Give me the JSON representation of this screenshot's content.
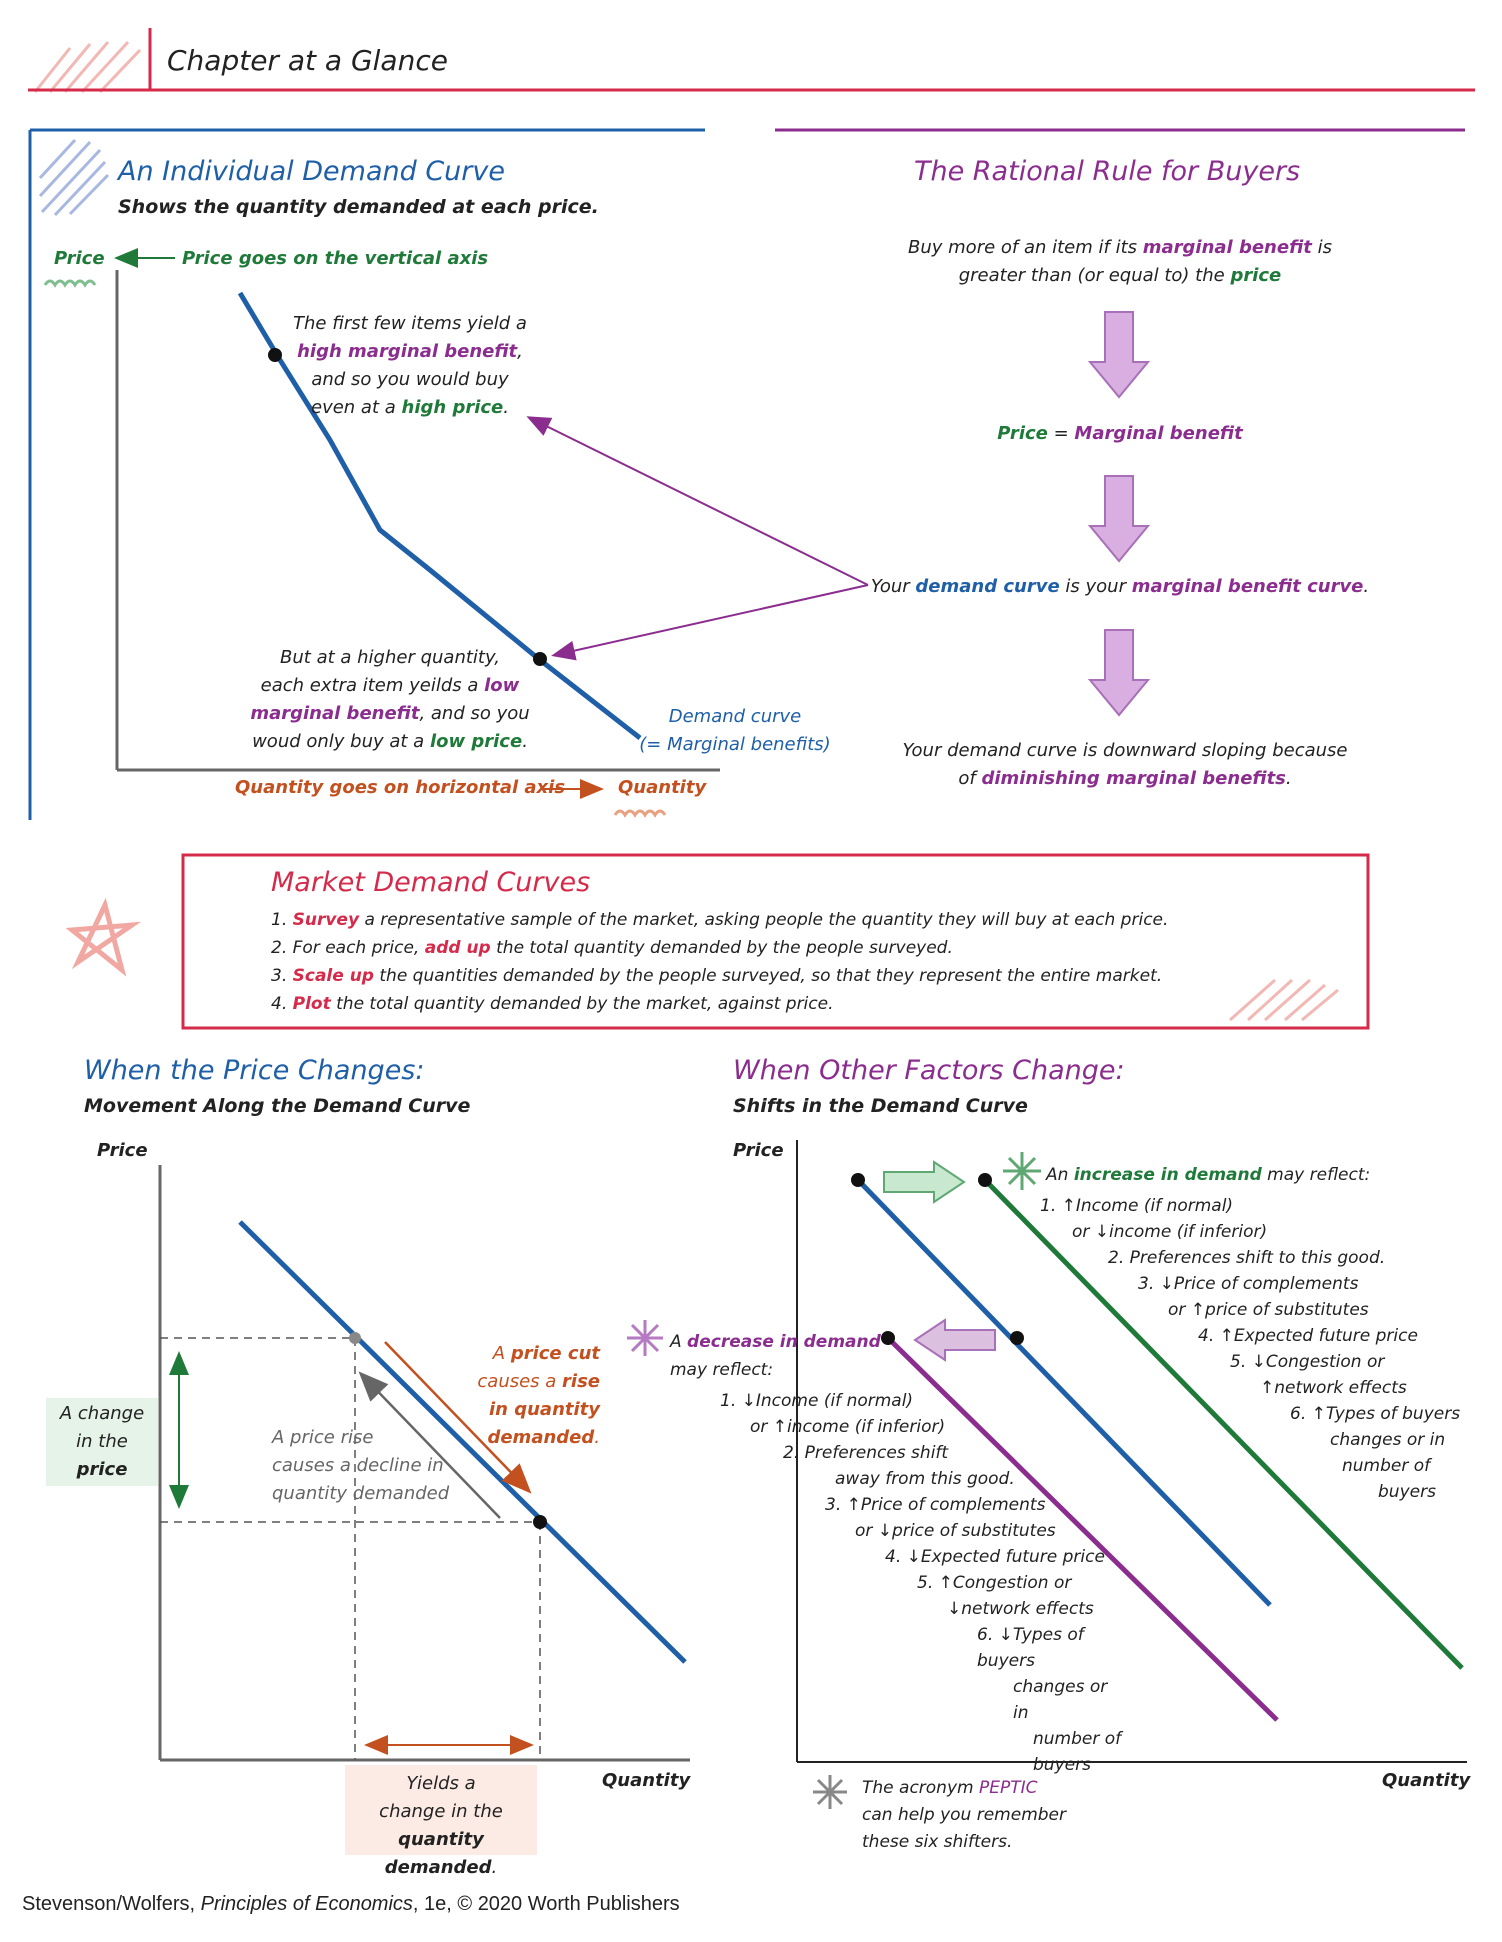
{
  "header": {
    "title": "Chapter at a Glance"
  },
  "individual": {
    "title": "An Individual Demand Curve",
    "subtitle": "Shows the quantity demanded at each price.",
    "price_label": "Price",
    "price_note": "Price goes on the vertical axis",
    "high_text": {
      "l1": "The first few items yield a",
      "l2_b": "high marginal benefit",
      "l2_r": ",",
      "l3": "and so you would buy",
      "l4_a": "even at a ",
      "l4_b": "high price",
      "l4_c": "."
    },
    "low_text": {
      "l1": "But at a higher quantity,",
      "l2_a": "each extra item yeilds a ",
      "l2_b": "low",
      "l3_b": "marginal benefit",
      "l3_c": ", and so you",
      "l4_a": "woud only buy at a ",
      "l4_b": "low price",
      "l4_c": "."
    },
    "curve_label_1": "Demand curve",
    "curve_label_2": "(= Marginal benefits)",
    "quantity_note": "Quantity goes on horizontal axis",
    "quantity_label": "Quantity"
  },
  "rational": {
    "title": "The Rational Rule for Buyers",
    "p1_a": "Buy more of an item if its ",
    "p1_b": "marginal benefit",
    "p1_c": " is",
    "p1_d": "greater than (or equal to) the ",
    "p1_e": "price",
    "eq_a": "Price",
    "eq_b": " = ",
    "eq_c": "Marginal benefit",
    "p2_a": "Your ",
    "p2_b": "demand curve",
    "p2_c": " is your ",
    "p2_d": "marginal benefit curve",
    "p2_e": ".",
    "p3_a": "Your demand curve is downward sloping because",
    "p3_b": "of ",
    "p3_c": "diminishing marginal benefits",
    "p3_d": "."
  },
  "market": {
    "title": "Market Demand Curves",
    "items": [
      {
        "num": "1. ",
        "key": "Survey",
        "rest": " a representative sample of the market, asking people the quantity they will buy at each price."
      },
      {
        "num": "2. For each price, ",
        "key": "add up",
        "rest": " the total quantity demanded by the people surveyed."
      },
      {
        "num": "3. ",
        "key": "Scale up",
        "rest": " the quantities demanded by the people surveyed, so that they represent the entire market."
      },
      {
        "num": "4. ",
        "key": "Plot",
        "rest": " the total quantity demanded by the market, against price."
      }
    ]
  },
  "price_change": {
    "title": "When the Price Changes:",
    "subtitle": "Movement Along the Demand Curve",
    "price_label": "Price",
    "quantity_label": "Quantity",
    "change_l1": "A change",
    "change_l2": "in the",
    "change_l3": "price",
    "cut_l1_a": "A ",
    "cut_l1_b": "price cut",
    "cut_l2_a": "causes a ",
    "cut_l2_b": "rise",
    "cut_l3": "in quantity",
    "cut_l4": "demanded",
    "cut_l4_c": ".",
    "rise_l1_a": "A ",
    "rise_l1_b": "price rise",
    "rise_l2_a": "causes a ",
    "rise_l2_b": "decline",
    "rise_l2_c": " in",
    "rise_l3": "quantity demanded",
    "yields_l1": "Yields a",
    "yields_l2": "change in the",
    "yields_l3": "quantity demanded",
    "yields_l3_c": "."
  },
  "other_factors": {
    "title": "When Other Factors Change:",
    "subtitle": "Shifts in the Demand Curve",
    "price_label": "Price",
    "quantity_label": "Quantity",
    "increase_a": "An ",
    "increase_b": "increase in demand",
    "increase_c": " may reflect:",
    "inc_lines": [
      "1. ↑Income (if normal)",
      "or ↓income (if inferior)",
      "2. Preferences shift to this good.",
      "3. ↓Price of complements",
      "or ↑price of substitutes",
      "4. ↑Expected future price",
      "5. ↓Congestion or",
      "↑network effects",
      "6. ↑Types of buyers",
      "changes or in",
      "number of",
      "buyers"
    ],
    "decrease_a": "A ",
    "decrease_b": "decrease in demand",
    "decrease_c": "may reflect:",
    "dec_lines": [
      "1. ↓Income (if normal)",
      "or ↑income (if inferior)",
      "2. Preferences shift",
      "away from this good.",
      "3. ↑Price of complements",
      "or ↓price of substitutes",
      "4. ↓Expected future price",
      "5. ↑Congestion or",
      "↓network effects",
      "6. ↓Types of buyers",
      "changes or in",
      "number of buyers"
    ],
    "acronym_a": "The acronym ",
    "acronym_b": "PEPTIC",
    "acronym_l2": "can help you remember",
    "acronym_l3": "these six shifters."
  },
  "footer": {
    "a": "Stevenson/Wolfers, ",
    "b": "Principles of Economics",
    "c": ", 1e, © 2020 Worth Publishers"
  },
  "colors": {
    "blue": "#1f5fa8",
    "green": "#1f7a3a",
    "purple": "#8b2d8f",
    "red": "#d62a4a",
    "orange": "#c3501f",
    "pink": "#f2b8b4"
  }
}
